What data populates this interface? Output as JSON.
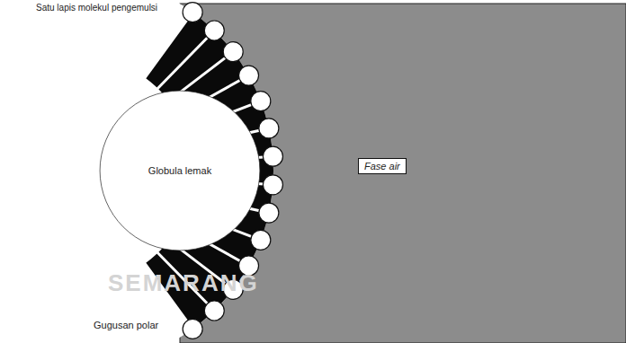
{
  "diagram": {
    "nodes": [
      {
        "text": [
          "Globula lemak"
        ]
      },
      {
        "text": [
          "Fase air"
        ]
      }
    ],
    "labels": [
      "Satu lapis molekul pengemulsi",
      "Gugusan polar",
      "SEMARANG"
    ]
  }
}
